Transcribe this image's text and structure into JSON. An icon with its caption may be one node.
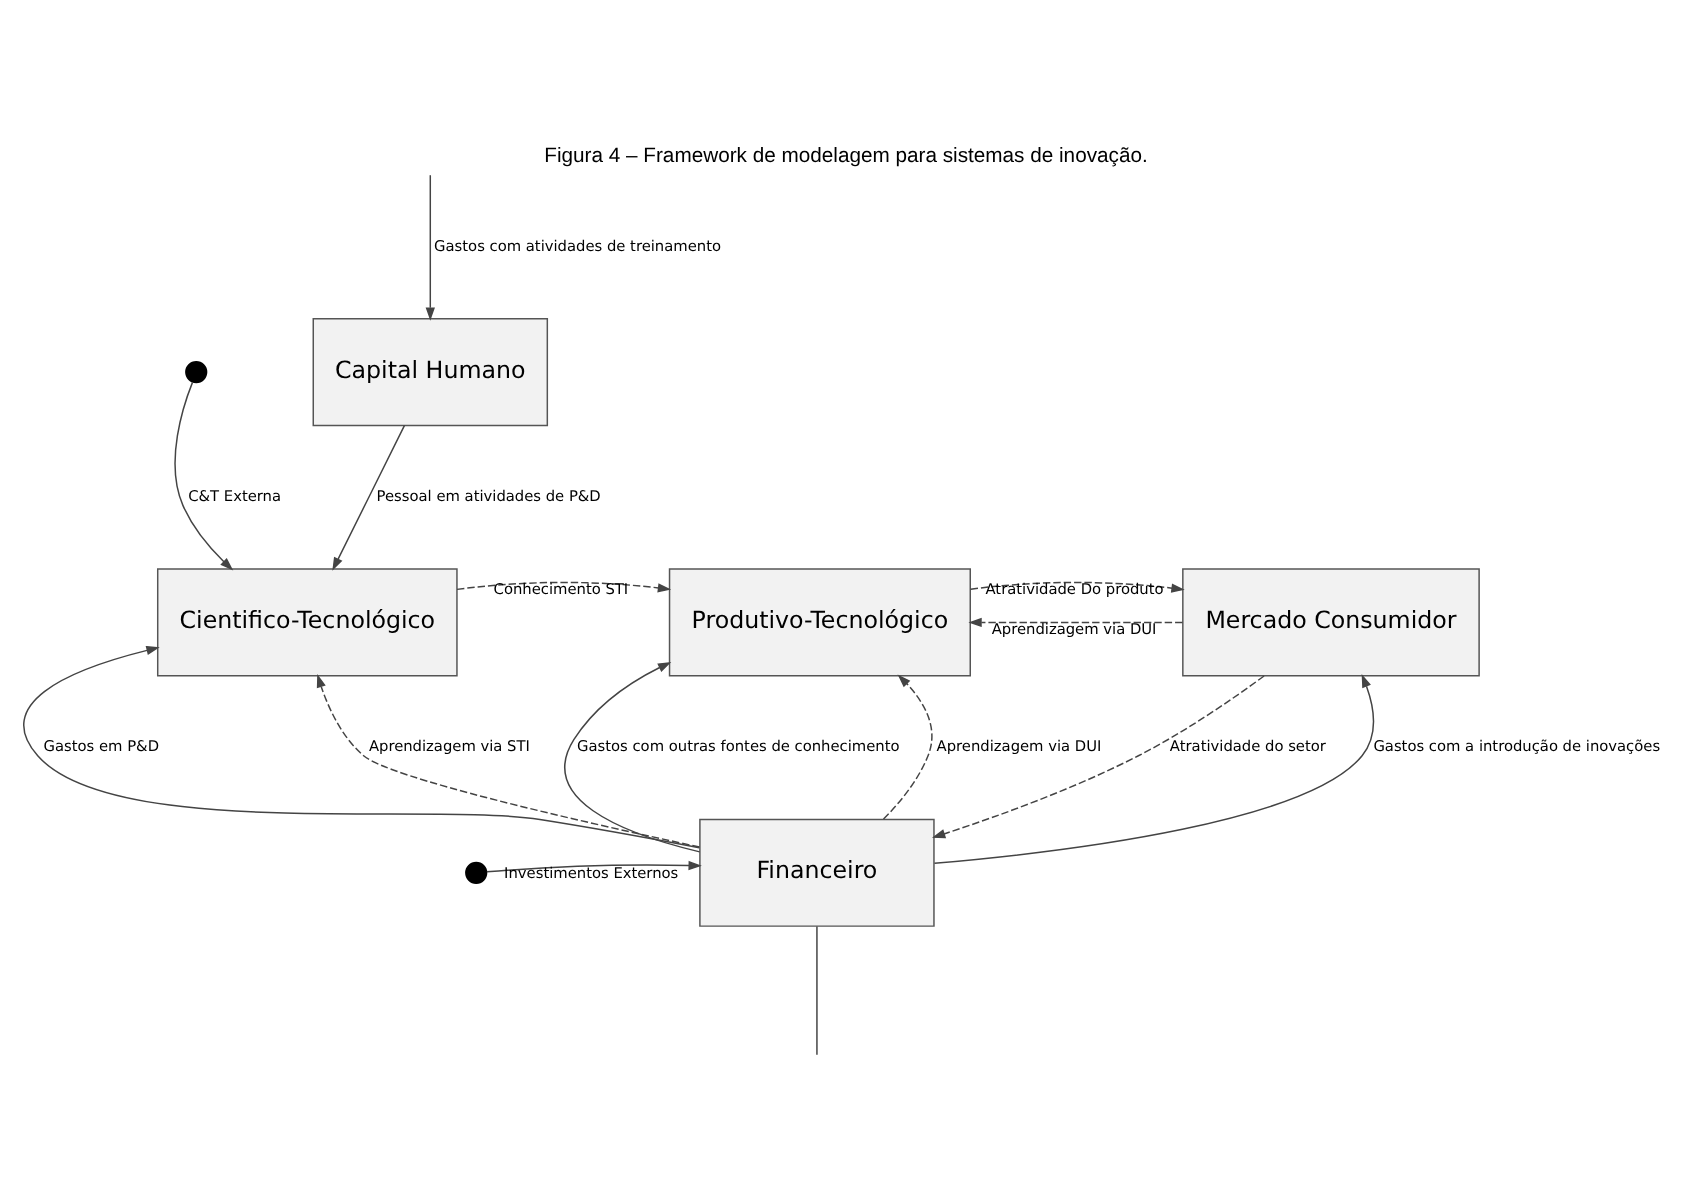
{
  "diagram": {
    "title": "Figura 4 – Framework de modelagem para sistemas de inovação.",
    "nodes": [
      {
        "text": [
          "Capital Humano"
        ]
      },
      {
        "text": [
          "Cientifico-Tecnológico"
        ]
      },
      {
        "text": [
          "Produtivo-Tecnológico"
        ]
      },
      {
        "text": [
          "Mercado Consumidor"
        ]
      },
      {
        "text": [
          "Financeiro"
        ]
      },
      {
        "text": [],
        "shape": "circle"
      },
      {
        "text": [],
        "shape": "circle"
      }
    ],
    "edges": [
      {
        "from": null,
        "to": 0,
        "arrow": "to",
        "label": "Gastos com atividades de treinamento"
      },
      {
        "from": 0,
        "to": 1,
        "arrow": "to",
        "label": "Pessoal em atividades de P&D"
      },
      {
        "from": 5,
        "to": 1,
        "arrow": "to",
        "label": "C&T Externa"
      },
      {
        "from": 3,
        "to": 2,
        "arrow": "to",
        "label": "Aprendizagem via DUI",
        "style": "dashed"
      },
      {
        "from": 1,
        "to": 2,
        "arrow": "to",
        "label": "Conhecimento STI",
        "style": "dashed"
      },
      {
        "from": 2,
        "to": 3,
        "arrow": "to",
        "label": "Atratividade Do produto",
        "style": "dashed"
      },
      {
        "from": 4,
        "to": 1,
        "arrow": "to",
        "label": "Gastos em P&D"
      },
      {
        "from": 4,
        "to": 1,
        "arrow": "to",
        "label": "Aprendizagem via STI",
        "style": "dashed"
      },
      {
        "from": 4,
        "to": 2,
        "arrow": "to",
        "label": "Gastos com outras fontes de conhecimento"
      },
      {
        "from": 4,
        "to": 2,
        "arrow": "to",
        "label": "Aprendizagem via DUI",
        "style": "dashed"
      },
      {
        "from": 3,
        "to": 4,
        "arrow": "to",
        "label": "Atratividade do setor",
        "style": "dashed"
      },
      {
        "from": 4,
        "to": 3,
        "arrow": "to",
        "label": "Gastos com a introdução de inovações"
      },
      {
        "from": 6,
        "to": 4,
        "arrow": "to",
        "label": "Investimentos Externos"
      },
      {
        "from": 4,
        "to": null,
        "arrow": "none"
      }
    ]
  }
}
